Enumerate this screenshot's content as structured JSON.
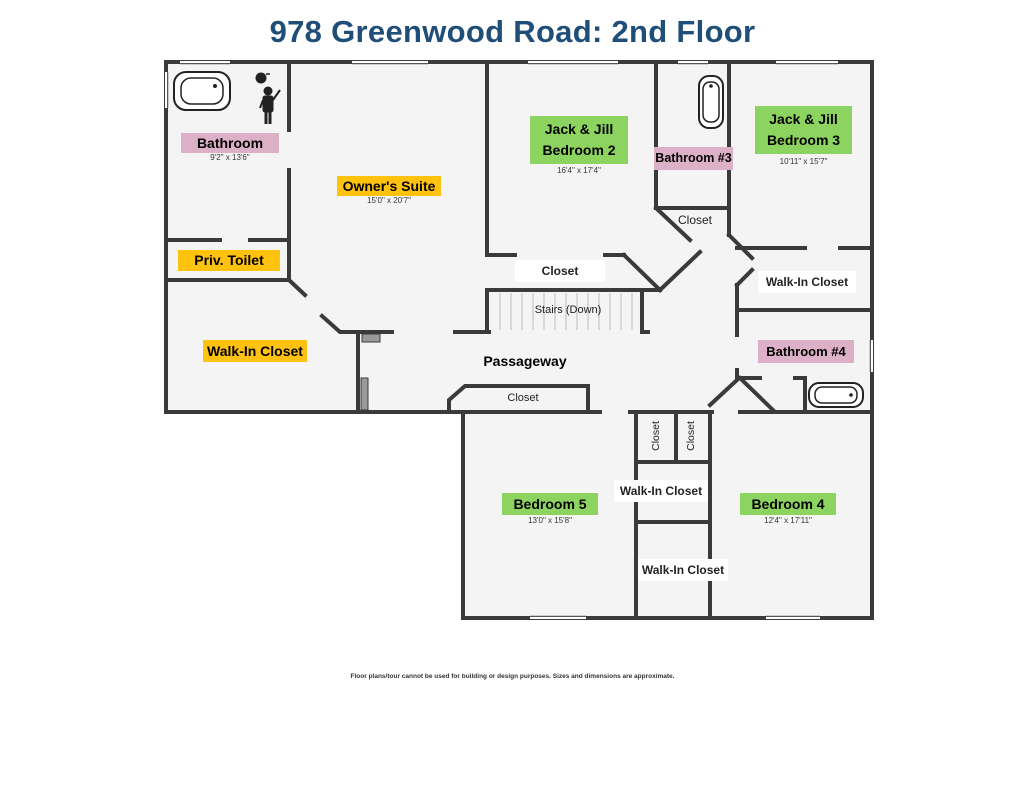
{
  "title": "978 Greenwood Road:  2nd Floor",
  "rooms": {
    "bathroom": {
      "name": "Bathroom",
      "dims": "9'2\" x 13'6\""
    },
    "owners_suite": {
      "name": "Owner's Suite",
      "dims": "15'0\" x 20'7\""
    },
    "priv_toilet": {
      "name": "Priv. Toilet"
    },
    "walkin_owner": {
      "name": "Walk-In Closet"
    },
    "bedroom2": {
      "name_line1": "Jack & Jill",
      "name_line2": "Bedroom 2",
      "dims": "16'4\" x 17'4\""
    },
    "bathroom3": {
      "name": "Bathroom #3"
    },
    "bedroom3": {
      "name_line1": "Jack & Jill",
      "name_line2": "Bedroom 3",
      "dims": "10'11\" x 15'7\""
    },
    "closet_b3": {
      "name": "Closet"
    },
    "closet_hall": {
      "name": "Closet"
    },
    "stairs": {
      "name": "Stairs (Down)"
    },
    "walkin_b3": {
      "name": "Walk-In Closet"
    },
    "bathroom4": {
      "name": "Bathroom #4"
    },
    "passageway": {
      "name": "Passageway"
    },
    "closet_pass": {
      "name": "Closet"
    },
    "closet_v1": {
      "name": "Closet"
    },
    "closet_v2": {
      "name": "Closet"
    },
    "walkin_mid1": {
      "name": "Walk-In Closet"
    },
    "walkin_mid2": {
      "name": "Walk-In Closet"
    },
    "bedroom5": {
      "name": "Bedroom 5",
      "dims": "13'0\" x 15'8\""
    },
    "bedroom4": {
      "name": "Bedroom 4",
      "dims": "12'4\" x 17'11\""
    }
  },
  "disclaimer": "Floor plans/tour cannot be used for building or design purposes. Sizes and dimensions are approximate.",
  "colors": {
    "wall": "#3a3a3a",
    "floor": "#f4f4f4",
    "title": "#1f4e79",
    "bedroom_tag": "#8cd35f",
    "bath_tag": "#dcb1c7",
    "suite_tag": "#ffc20e"
  }
}
